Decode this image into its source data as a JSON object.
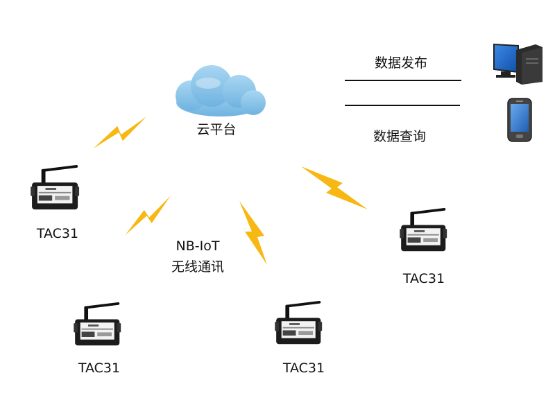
{
  "cloud": {
    "label": "云平台",
    "icon": "cloud-icon",
    "color": "#8fc6e8"
  },
  "network": {
    "label_line1": "NB-IoT",
    "label_line2": "无线通讯",
    "signal_icon": "lightning-icon",
    "signal_color": "#f7b813"
  },
  "clients": {
    "publish_label": "数据发布",
    "query_label": "数据查询",
    "desktop_icon": "desktop-computer-icon",
    "mobile_icon": "mobile-phone-icon",
    "screen_color": "#1a66c9"
  },
  "devices": [
    {
      "label": "TAC31"
    },
    {
      "label": "TAC31"
    },
    {
      "label": "TAC31"
    },
    {
      "label": "TAC31"
    }
  ]
}
